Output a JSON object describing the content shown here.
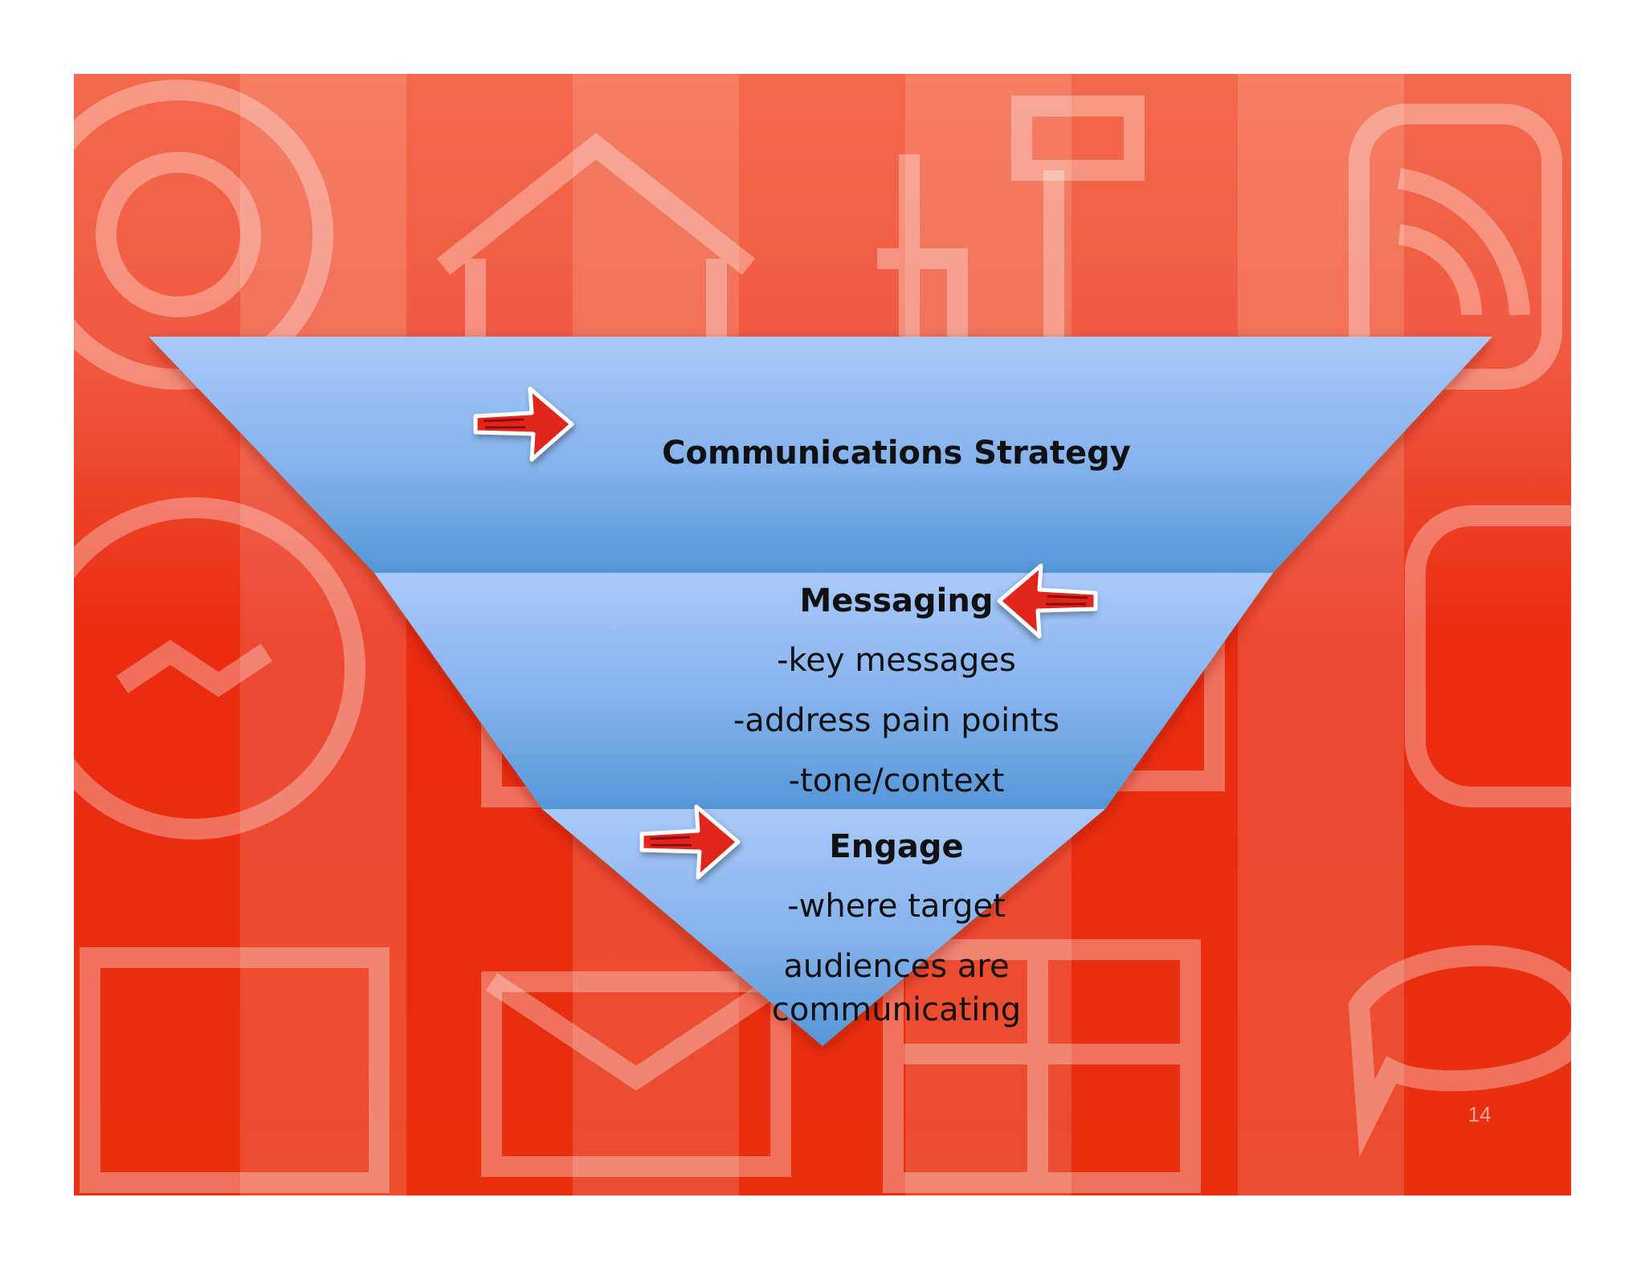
{
  "slide": {
    "page_number": "14",
    "colors": {
      "background_red": "#ec2f14",
      "stripe_light": "#f27158",
      "funnel_light_blue": "#a8c8f8",
      "funnel_dark_blue": "#5696d8",
      "arrow_red": "#e0261c"
    },
    "funnel": {
      "levels": [
        {
          "heading": "Communications Strategy",
          "items": [],
          "arrow": "right-arrow-icon"
        },
        {
          "heading": "Messaging",
          "items": [
            "-key messages",
            "-address pain points",
            "-tone/context"
          ],
          "arrow": "left-arrow-icon"
        },
        {
          "heading": "Engage",
          "items": [
            "-where target",
            "audiences are",
            "communicating"
          ],
          "arrow": "right-arrow-icon"
        }
      ]
    },
    "background_icons": [
      "delicious-icon",
      "home-icon",
      "digg-icon",
      "rss-icon",
      "stumbleupon-icon",
      "mail-icon",
      "google-icon",
      "chat-bubble-icon"
    ]
  }
}
